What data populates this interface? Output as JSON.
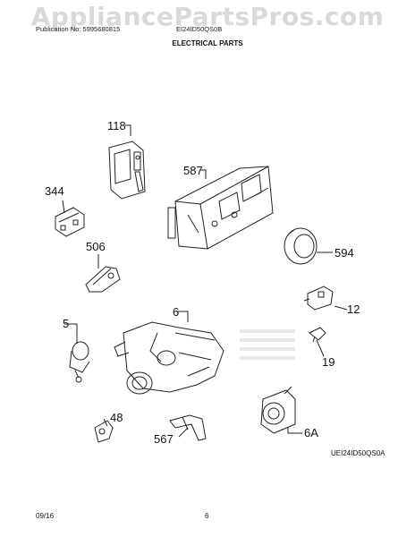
{
  "watermark": "AppliancePartsPros.com",
  "header": {
    "publication": "Publication No: 5995680815",
    "model": "EI24ID50QS0B",
    "section_title": "ELECTRICAL PARTS"
  },
  "footer": {
    "date": "09/16",
    "page": "6",
    "diagram_code": "UEI24ID50QS0A"
  },
  "callouts": {
    "c118": "118",
    "c587": "587",
    "c344": "344",
    "c506": "506",
    "c594": "594",
    "c12": "12",
    "c5": "5",
    "c6": "6",
    "c19": "19",
    "c48": "48",
    "c567": "567",
    "c6a": "6A"
  }
}
